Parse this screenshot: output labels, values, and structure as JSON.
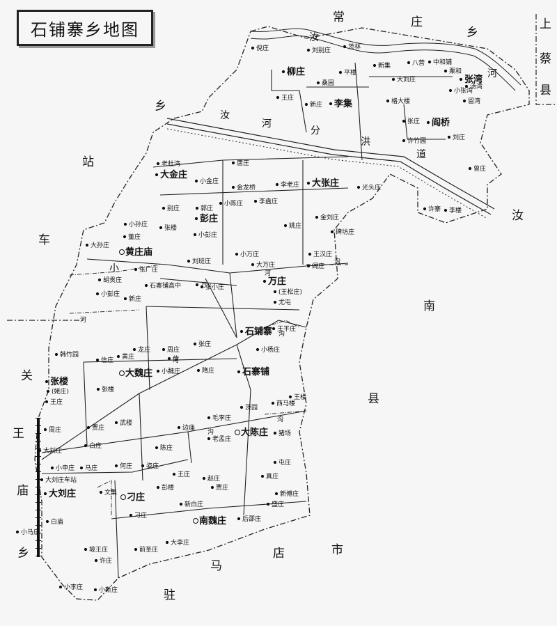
{
  "title": "石铺寨乡地图",
  "regions": {
    "chang": "常",
    "zhuang": "庄",
    "xiang": "乡",
    "shang": "上",
    "cai": "蔡",
    "xian_r": "县",
    "zhan": "站",
    "che": "车",
    "xiang_w": "乡",
    "ru_e": "汝",
    "nan": "南",
    "xian_s": "县",
    "guan": "关",
    "wang": "王",
    "miao": "庙",
    "xiang_sw": "乡",
    "zhu": "驻",
    "ma": "马",
    "dian": "店",
    "shi": "市"
  },
  "rivers": {
    "ru_n": "汝",
    "he_n": "河",
    "ru": "汝",
    "he": "河",
    "fen": "分",
    "hong": "洪",
    "dao": "道",
    "xiao": "小",
    "he_w": "河",
    "he_c": "河",
    "gou1": "沟",
    "gou2": "沟",
    "he_e": "河",
    "gou_c": "沟",
    "gou_s": "沟"
  },
  "places": {
    "p001": "倪庄",
    "p002": "刘别庄",
    "p003": "茨林",
    "p004": "新集",
    "p005": "八营",
    "p006": "中和铺",
    "p007": "栗和",
    "p008": "柳庄",
    "p009": "平楼",
    "p010": "大刘庄",
    "p011": "张湾",
    "p012": "小张湾",
    "p013": "汤湾",
    "p014": "桑园",
    "p015": "王庄",
    "p016": "新庄",
    "p017": "李集",
    "p018": "格大楼",
    "p019": "留湾",
    "p020": "张庄",
    "p021": "阎桥",
    "p022": "许竹园",
    "p023": "刘庄",
    "p024": "曾庄",
    "p025": "许寨",
    "p026": "李楼",
    "p027": "老杜湾",
    "p028": "唐庄",
    "p029": "大金庄",
    "p030": "小金庄",
    "p031": "金龙桥",
    "p032": "李老庄",
    "p033": "大张庄",
    "p034": "光头庄",
    "p035": "小陈庄",
    "p036": "李盘庄",
    "p037": "别庄",
    "p038": "郭庄",
    "p039": "彭庄",
    "p040": "小孙庄",
    "p041": "张楼",
    "p042": "小彭庄",
    "p043": "金刘庄",
    "p044": "姚庄",
    "p045": "碑坊庄",
    "p046": "董庄",
    "p047": "大孙庄",
    "p048": "黄庄庙",
    "p049": "刘班庄",
    "p050": "小万庄",
    "p051": "王汉庄",
    "p052": "大万庄",
    "p053": "阎庄",
    "p054": "张广庄",
    "p055": "胡贯庄",
    "p056": "石寨铺高中",
    "p057": "万",
    "p058": "张小庄",
    "p059": "万庄",
    "p060": "(王松庄)",
    "p061": "小彭庄",
    "p062": "新庄",
    "p063": "尤屯",
    "p064": "石铺寨",
    "p065": "王平庄",
    "p066": "周庄",
    "p067": "黄庄",
    "p068": "龙庄",
    "p069": "张庄",
    "p070": "小杨庄",
    "p071": "韩竹园",
    "p072": "信庄",
    "p073": "信",
    "p074": "隋庄",
    "p075": "石寨铺",
    "p076": "大魏庄",
    "p077": "小魏庄",
    "p078": "张楼",
    "p079": "(姥庄)",
    "p080": "王庄",
    "p081": "张楼",
    "p082": "茨园",
    "p083": "西马楼",
    "p084": "王楼",
    "p085": "毛李庄",
    "p086": "贾庄",
    "p087": "武楼",
    "p088": "边庙",
    "p089": "大陈庄",
    "p090": "老孟庄",
    "p091": "猪场",
    "p092": "周庄",
    "p093": "白庄",
    "p094": "陈庄",
    "p095": "大刘庄",
    "p096": "小申庄",
    "p097": "马庄",
    "p098": "何庄",
    "p099": "姿庄",
    "p100": "屯庄",
    "p101": "大刘庄车站",
    "p102": "王庄",
    "p103": "赵庄",
    "p104": "真庄",
    "p105": "大刘庄",
    "p106": "文集",
    "p107": "刁庄",
    "p108": "彭楼",
    "p109": "贾庄",
    "p110": "新傅庄",
    "p111": "新白庄",
    "p112": "盛庄",
    "p113": "白庙",
    "p114": "刁庄",
    "p115": "南魏庄",
    "p116": "后邵庄",
    "p117": "小马庄",
    "p118": "大李庄",
    "p119": "坡王庄",
    "p120": "前圣庄",
    "p121": "许庄",
    "p122": "小李庄",
    "p123": "小靳庄"
  }
}
